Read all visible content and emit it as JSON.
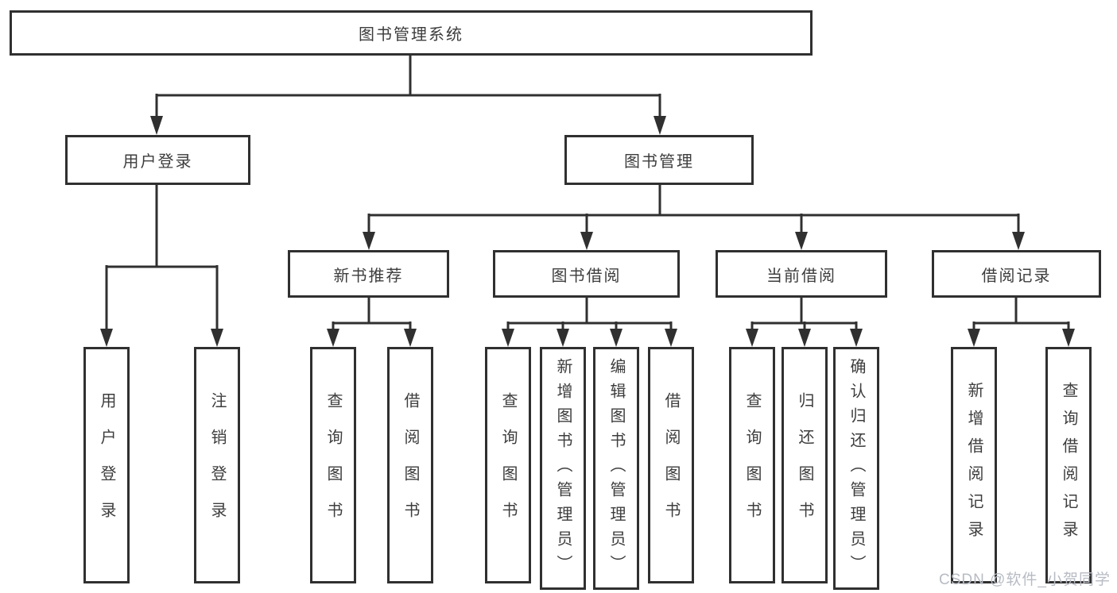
{
  "tree": {
    "root": {
      "label": "图书管理系统",
      "children": [
        {
          "label": "用户登录",
          "children": [
            {
              "label": "用户登录"
            },
            {
              "label": "注销登录"
            }
          ]
        },
        {
          "label": "图书管理",
          "children": [
            {
              "label": "新书推荐",
              "children": [
                {
                  "label": "查询图书"
                },
                {
                  "label": "借阅图书"
                }
              ]
            },
            {
              "label": "图书借阅",
              "children": [
                {
                  "label": "查询图书"
                },
                {
                  "label": "新增图书（管理员）"
                },
                {
                  "label": "编辑图书（管理员）"
                },
                {
                  "label": "借阅图书"
                }
              ]
            },
            {
              "label": "当前借阅",
              "children": [
                {
                  "label": "查询图书"
                },
                {
                  "label": "归还图书"
                },
                {
                  "label": "确认归还（管理员）"
                }
              ]
            },
            {
              "label": "借阅记录",
              "children": [
                {
                  "label": "新增借阅记录"
                },
                {
                  "label": "查询借阅记录"
                }
              ]
            }
          ]
        }
      ]
    }
  },
  "watermark": {
    "text": "CSDN @软件_小贺同学"
  },
  "colors": {
    "line": "#303030",
    "text": "#3d3d3d",
    "background": "#ffffff",
    "watermark": "#b7bbc3"
  }
}
